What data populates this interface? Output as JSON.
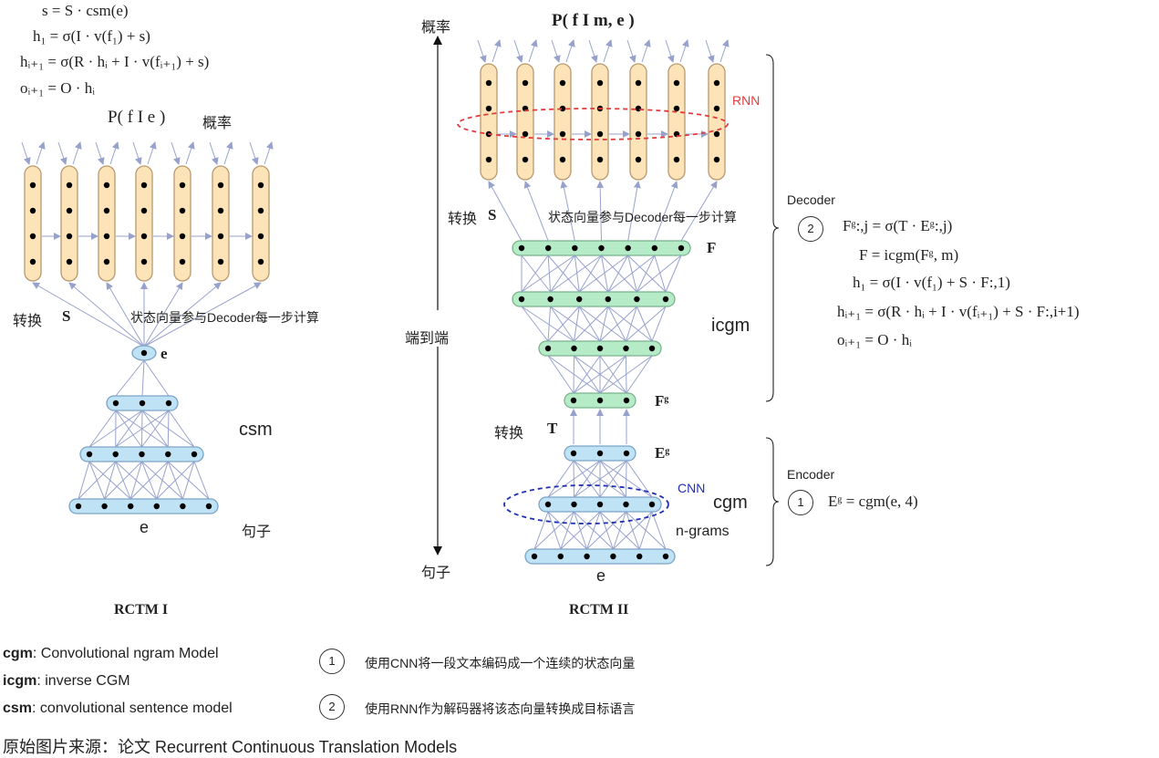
{
  "left": {
    "formulas": [
      "s = S · csm(e)",
      "h₁ = σ(I · v(f₁) + s)",
      "hᵢ₊₁ = σ(R · hᵢ + I · v(fᵢ₊₁) + s)",
      "oᵢ₊₁ = O · hᵢ"
    ],
    "prob_label": "P( f I e )",
    "prob_cn": "概率",
    "convert_label": "转换",
    "convert_symbol": "S",
    "state_note": "状态向量参与Decoder每一步计算",
    "e_node_label": "e",
    "csm_label": "csm",
    "input_label": "e",
    "sentence_label": "句子",
    "caption": "RCTM I"
  },
  "right": {
    "prob_cn": "概率",
    "prob_label": "P( f I m, e )",
    "end_to_end": "端到端",
    "sentence_label": "句子",
    "rnn_label": "RNN",
    "convert_label": "转换",
    "convert_symbol": "S",
    "state_note": "状态向量参与Decoder每一步计算",
    "F_label": "F",
    "icgm_label": "icgm",
    "Fg_label": "Fᵍ",
    "convert2_label": "转换",
    "T_label": "T",
    "Eg_label": "Eᵍ",
    "cnn_label": "CNN",
    "cgm_label": "cgm",
    "ngrams_label": "n-grams",
    "input_label": "e",
    "caption": "RCTM II",
    "decoder_label": "Decoder",
    "decoder_num": "2",
    "decoder_formulas": [
      "Fᵍ:,j = σ(T · Eᵍ:,j)",
      "F = icgm(Fᵍ, m)",
      "h₁ = σ(I · v(f₁) + S · F:,1)",
      "hᵢ₊₁ = σ(R · hᵢ + I · v(fᵢ₊₁) + S · F:,i+1)",
      "oᵢ₊₁ = O · hᵢ"
    ],
    "encoder_label": "Encoder",
    "encoder_num": "1",
    "encoder_formula": "Eᵍ = cgm(e, 4)"
  },
  "legend": [
    {
      "key": "cgm",
      "text": ": Convolutional ngram Model"
    },
    {
      "key": "icgm",
      "text": ": inverse CGM"
    },
    {
      "key": "csm",
      "text": ": convolutional sentence model"
    }
  ],
  "notes": [
    {
      "num": "1",
      "text": "使用CNN将一段文本编码成一个连续的状态向量"
    },
    {
      "num": "2",
      "text": "使用RNN作为解码器将该态向量转换成目标语言"
    }
  ],
  "source": "原始图片来源：论文 Recurrent Continuous Translation Models",
  "colors": {
    "rnn_fill": "#fde3b8",
    "rnn_stroke": "#b89a6e",
    "blue_fill": "#bfe3f5",
    "blue_stroke": "#7aa3c8",
    "green_fill": "#b6ebc7",
    "green_stroke": "#78b48d",
    "link": "#97a2cc",
    "rnn_ellipse": "#e33c3c",
    "cnn_ellipse": "#1f2fb0"
  }
}
